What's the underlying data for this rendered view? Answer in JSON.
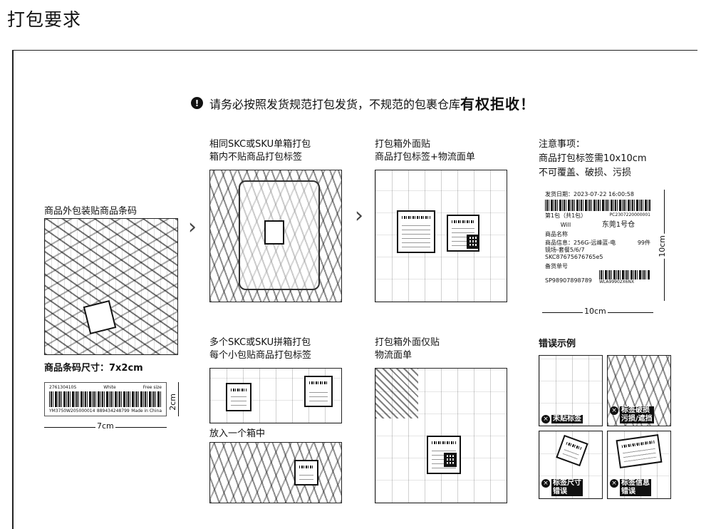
{
  "page": {
    "title": "打包要求"
  },
  "notice": {
    "icon": "!",
    "text": "请务必按照发货规范打包发货，不规范的包裹仓库",
    "emphasis": "有权拒收！"
  },
  "product": {
    "title": "商品外包装贴商品条码",
    "size_label": "商品条码尺寸：7x2cm",
    "barcode": {
      "line1_left": "276130410S",
      "line1_mid": "White",
      "line1_right": "Free size",
      "line2_left": "YM3750W205000014",
      "line2_mid": "889434248799",
      "line2_right": "Made in China"
    },
    "width_dim": "7cm",
    "height_dim": "2cm"
  },
  "single_box": {
    "line1": "相同SKC或SKU单箱打包",
    "line2": "箱内不贴商品打包标签"
  },
  "outer_box": {
    "line1": "打包箱外面贴",
    "line2": "商品打包标签+物流面单"
  },
  "notes": {
    "line1": "注意事项：",
    "line2": "商品打包标签需10x10cm",
    "line3": "不可覆盖、破损、污损",
    "label": {
      "date_line": "发货日期：2023-07-22 16:00:58",
      "package_no": "第1包（共1包）",
      "code": "PC2307220000001",
      "buyer": "Will",
      "warehouse": "东莞1号仓",
      "goods_title": "商品名称",
      "goods_info": "商品信息：256G-远峰蓝-电",
      "goods_info2": "镜场-套餐5/6/7",
      "qty": "99件",
      "skc": "SKC87675676765e5",
      "ship_title": "备货单号",
      "ship_no": "SP98907898789",
      "ship_code": "WLA99902X6NX"
    },
    "width_dim": "10cm",
    "height_dim": "10cm"
  },
  "multi_box": {
    "line1": "多个SKC或SKU拼箱打包",
    "line2": "每个小包贴商品打包标签",
    "line3": "放入一个箱中"
  },
  "outer_only": {
    "line1": "打包箱外面仅贴",
    "line2": "物流面单"
  },
  "errors": {
    "title": "错误示例",
    "items": [
      {
        "text": "未贴标签"
      },
      {
        "text": "标签破损\n污损/遮挡"
      },
      {
        "text": "标签尺寸\n错误"
      },
      {
        "text": "标签信息\n错误"
      }
    ]
  }
}
